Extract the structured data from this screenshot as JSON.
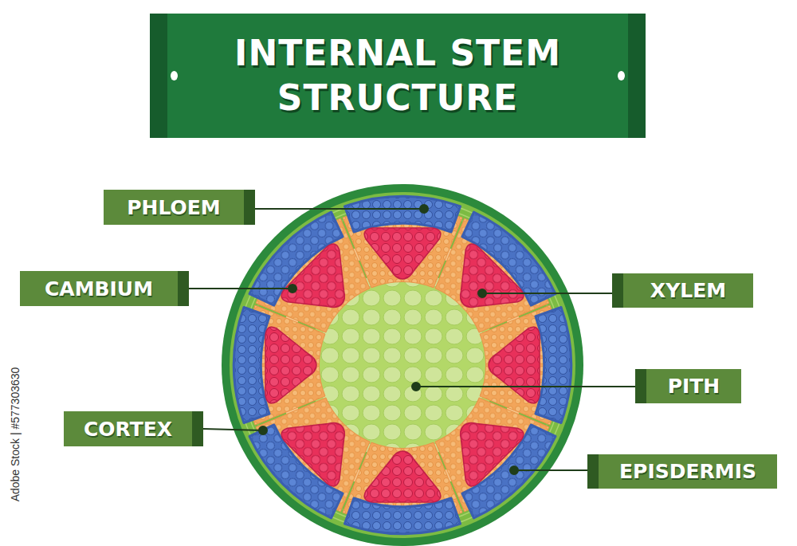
{
  "diagram": {
    "title": "INTERNAL STEM STRUCTURE",
    "nodes": [
      {
        "text": [
          "PHLOEM"
        ]
      },
      {
        "text": [
          "CAMBIUM"
        ]
      },
      {
        "text": [
          "XYLEM"
        ]
      },
      {
        "text": [
          "PITH"
        ]
      },
      {
        "text": [
          "CORTEX"
        ]
      },
      {
        "text": [
          "EPISDERMIS"
        ]
      }
    ],
    "labels": [
      "Adobe Stock | #577303630"
    ]
  }
}
